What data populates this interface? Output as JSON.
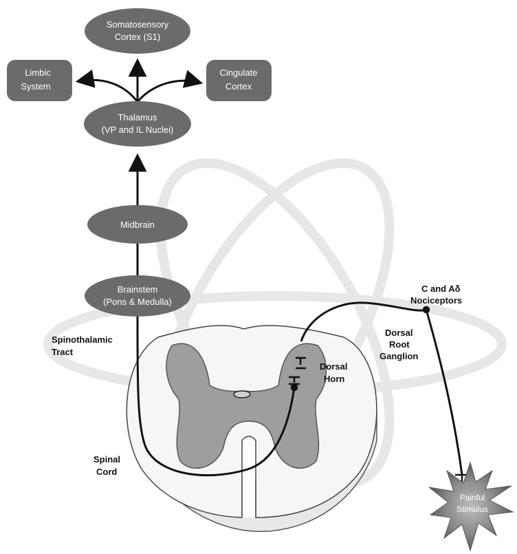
{
  "nodes": {
    "somatosensory": {
      "line1": "Somatosensory",
      "line2": "Cortex (S1)"
    },
    "limbic": {
      "line1": "Limbic",
      "line2": "System"
    },
    "cingulate": {
      "line1": "Cingulate",
      "line2": "Cortex"
    },
    "thalamus": {
      "line1": "Thalamus",
      "line2": "(VP and IL Nuclei)"
    },
    "midbrain": {
      "line1": "Midbrain"
    },
    "brainstem": {
      "line1": "Brainstem",
      "line2": "(Pons & Medulla)"
    }
  },
  "labels": {
    "spinothalamic": {
      "line1": "Spinothalamic",
      "line2": "Tract"
    },
    "nociceptors": {
      "line1": "C and Aδ",
      "line2": "Nociceptors"
    },
    "drg": {
      "line1": "Dorsal",
      "line2": "Root",
      "line3": "Ganglion"
    },
    "dorsal_horn": {
      "line1": "Dorsal",
      "line2": "Horn"
    },
    "spinal_cord": {
      "line1": "Spinal",
      "line2": "Cord"
    }
  },
  "stimulus": {
    "line1": "Painful",
    "line2": "Stimulus"
  },
  "colors": {
    "node_fill": "#6b6b6b",
    "gray_matter": "#9a9a9a",
    "white_matter": "#f4f4f4",
    "pathway": "#111111",
    "watermark": "#dcdcdc"
  }
}
